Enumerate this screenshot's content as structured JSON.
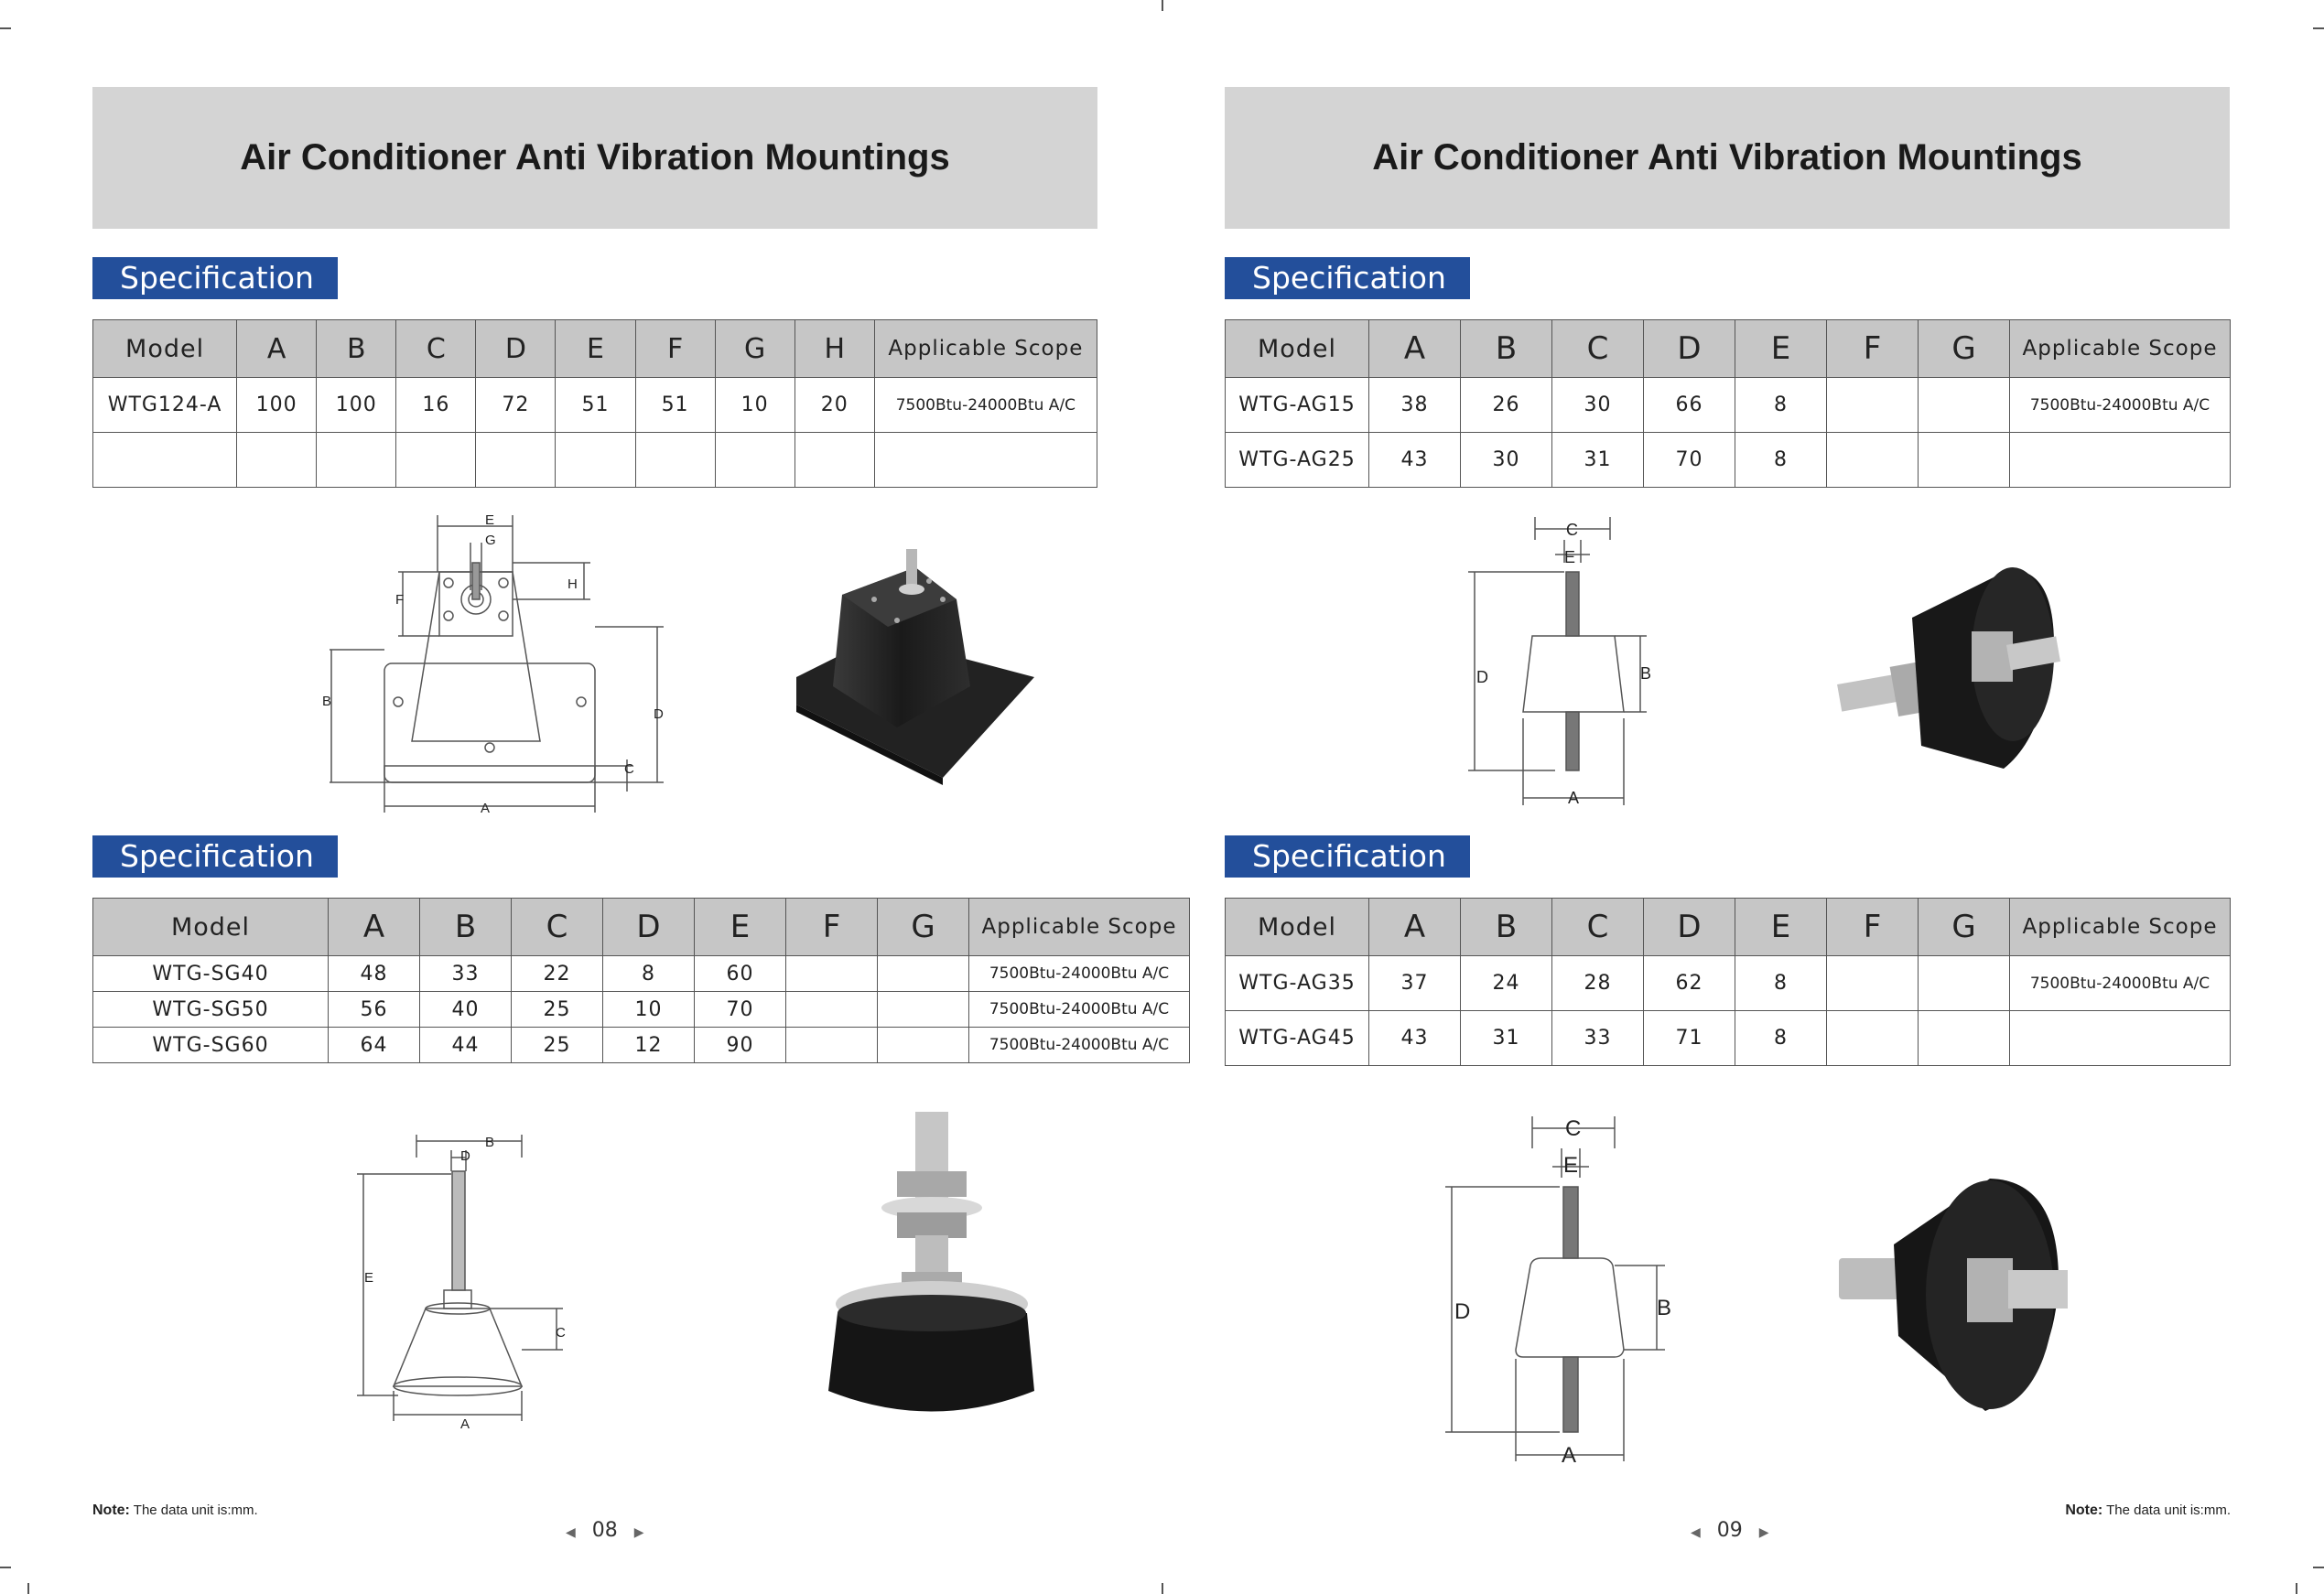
{
  "left": {
    "title": "Air Conditioner Anti Vibration Mountings",
    "spec1": {
      "label": "Specification",
      "headers": [
        "Model",
        "A",
        "B",
        "C",
        "D",
        "E",
        "F",
        "G",
        "H",
        "Applicable Scope"
      ],
      "rows": [
        [
          "WTG124-A",
          "100",
          "100",
          "16",
          "72",
          "51",
          "51",
          "10",
          "20",
          "7500Btu-24000Btu A/C"
        ]
      ],
      "diagram_labels": {
        "a": "A",
        "b": "B",
        "c": "C",
        "d": "D",
        "e": "E",
        "f": "F",
        "g": "G",
        "h": "H"
      }
    },
    "spec2": {
      "label": "Specification",
      "headers": [
        "Model",
        "A",
        "B",
        "C",
        "D",
        "E",
        "F",
        "G",
        "Applicable Scope"
      ],
      "rows": [
        [
          "WTG-SG40",
          "48",
          "33",
          "22",
          "8",
          "60",
          "",
          "",
          "7500Btu-24000Btu A/C"
        ],
        [
          "WTG-SG50",
          "56",
          "40",
          "25",
          "10",
          "70",
          "",
          "",
          "7500Btu-24000Btu A/C"
        ],
        [
          "WTG-SG60",
          "64",
          "44",
          "25",
          "12",
          "90",
          "",
          "",
          "7500Btu-24000Btu A/C"
        ]
      ],
      "diagram_labels": {
        "a": "A",
        "b": "B",
        "c": "C",
        "d": "D",
        "e": "E"
      }
    },
    "note_label": "Note:",
    "note_text": "The data unit is:mm.",
    "page_number": "08"
  },
  "right": {
    "title": "Air Conditioner Anti Vibration Mountings",
    "spec1": {
      "label": "Specification",
      "headers": [
        "Model",
        "A",
        "B",
        "C",
        "D",
        "E",
        "F",
        "G",
        "Applicable Scope"
      ],
      "rows": [
        [
          "WTG-AG15",
          "38",
          "26",
          "30",
          "66",
          "8",
          "",
          "",
          "7500Btu-24000Btu A/C"
        ],
        [
          "WTG-AG25",
          "43",
          "30",
          "31",
          "70",
          "8",
          "",
          "",
          ""
        ]
      ],
      "diagram_labels": {
        "a": "A",
        "b": "B",
        "c": "C",
        "d": "D",
        "e": "E"
      }
    },
    "spec2": {
      "label": "Specification",
      "headers": [
        "Model",
        "A",
        "B",
        "C",
        "D",
        "E",
        "F",
        "G",
        "Applicable Scope"
      ],
      "rows": [
        [
          "WTG-AG35",
          "37",
          "24",
          "28",
          "62",
          "8",
          "",
          "",
          "7500Btu-24000Btu A/C"
        ],
        [
          "WTG-AG45",
          "43",
          "31",
          "33",
          "71",
          "8",
          "",
          "",
          ""
        ]
      ],
      "diagram_labels": {
        "a": "A",
        "b": "B",
        "c": "C",
        "d": "D",
        "e": "E"
      }
    },
    "note_label": "Note:",
    "note_text": "The data unit is:mm.",
    "page_number": "09"
  },
  "icons": {
    "prev": "triangle-left-icon",
    "next": "triangle-right-icon"
  },
  "colors": {
    "title_band": "#d4d4d4",
    "spec_label": "#234f9b",
    "table_header": "#c6c6c6"
  }
}
